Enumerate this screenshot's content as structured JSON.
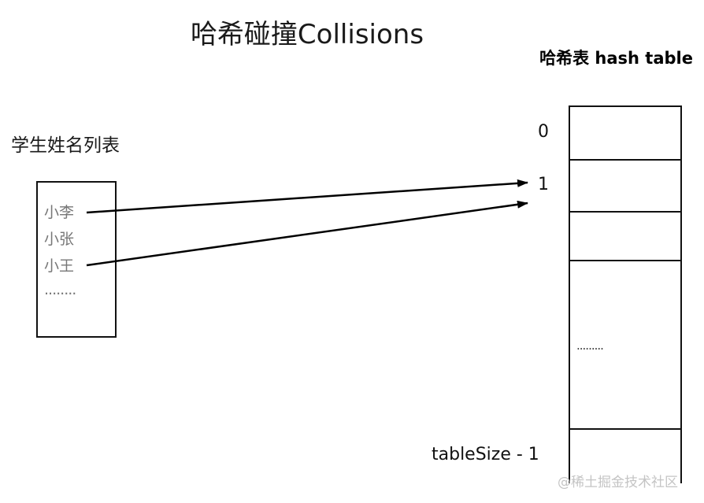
{
  "title": "哈希碰撞Collisions",
  "hash_table": {
    "heading": "哈希表 hash table",
    "index_labels": [
      "0",
      "1",
      "tableSize - 1"
    ],
    "ellipsis": "........."
  },
  "student_list": {
    "heading": "学生姓名列表",
    "items": [
      "小李",
      "小张",
      "小王",
      "........"
    ]
  },
  "watermark": "@稀土掘金技术社区"
}
